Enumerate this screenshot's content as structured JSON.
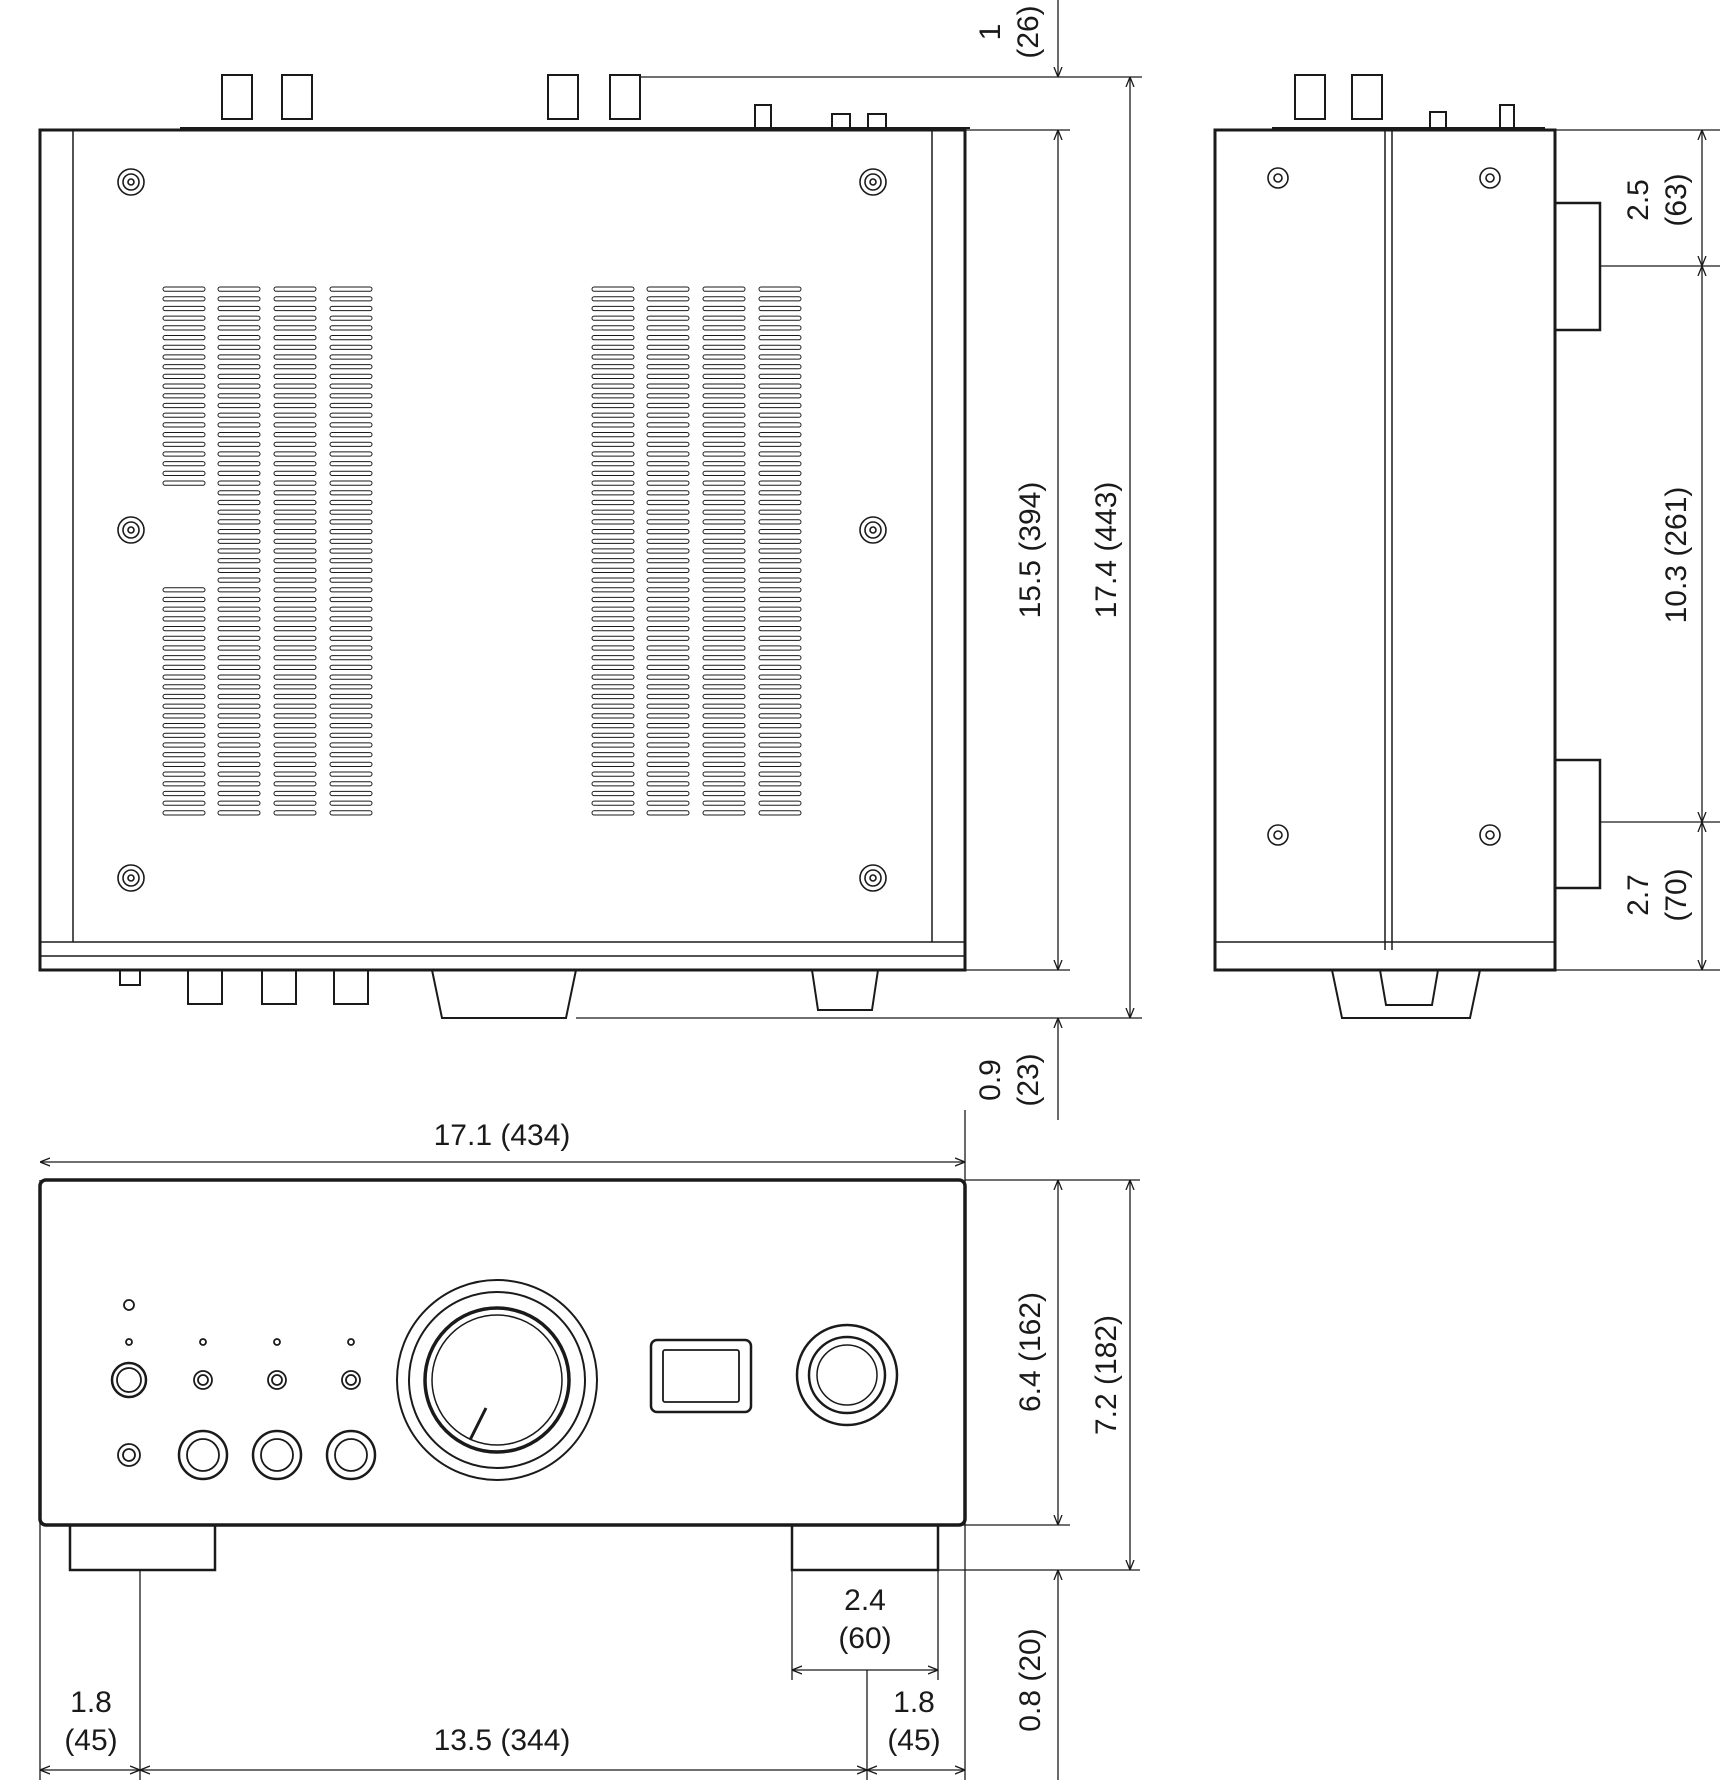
{
  "colors": {
    "ink": "#1a1a1a",
    "paper": "#ffffff"
  },
  "top_view": {
    "dim_rear_protrusion": {
      "value": "1",
      "metric": "(26)"
    },
    "dim_body_depth": "15.5 (394)",
    "dim_total_depth": "17.4 (443)",
    "dim_front_protrusion": {
      "value": "0.9",
      "metric": "(23)"
    }
  },
  "side_view": {
    "dim_top_offset": {
      "value": "2.5",
      "metric": "(63)"
    },
    "dim_handle_span": "10.3 (261)",
    "dim_bottom_offset": {
      "value": "2.7",
      "metric": "(70)"
    }
  },
  "front_view": {
    "dim_width": "17.1 (434)",
    "dim_body_height": "6.4 (162)",
    "dim_total_height": "7.2 (182)",
    "dim_foot_height": "0.8 (20)",
    "dim_foot_width": {
      "value": "2.4",
      "metric": "(60)"
    },
    "dim_left_inset": {
      "value": "1.8",
      "metric": "(45)"
    },
    "dim_foot_spacing": "13.5 (344)",
    "dim_right_inset": {
      "value": "1.8",
      "metric": "(45)"
    }
  }
}
